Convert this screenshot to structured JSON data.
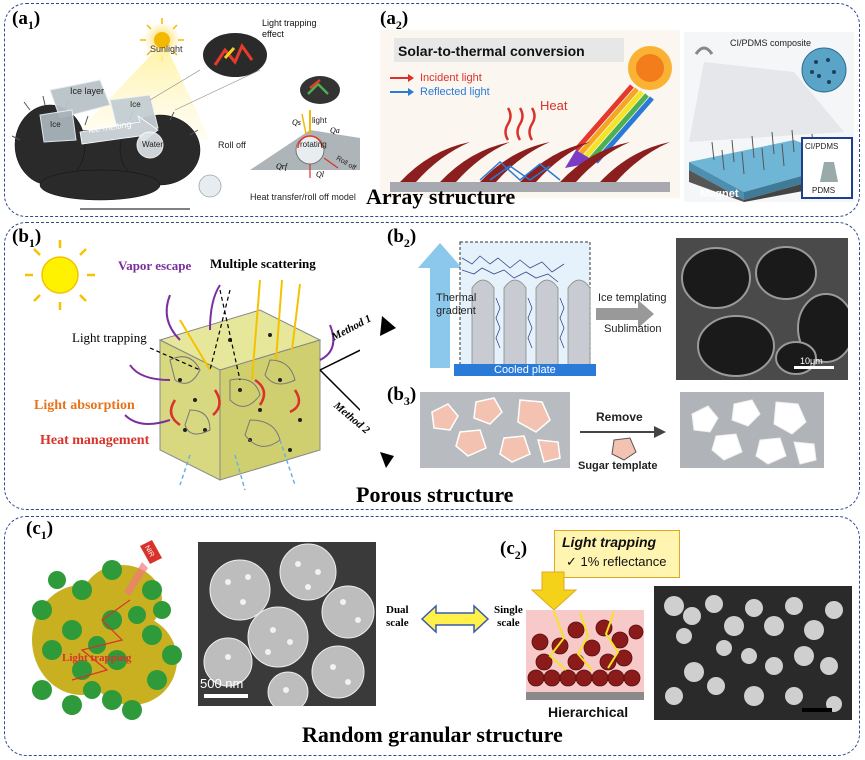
{
  "panel_a": {
    "a1_label": "a",
    "a1_sub": "1",
    "a2_label": "a",
    "a2_sub": "2",
    "sunlight": "Sunlight",
    "ice_layer": "Ice layer",
    "ice1": "Ice",
    "ice2": "Ice",
    "ice_melting": "Ice melting",
    "water": "Water",
    "roll_off": "Roll off",
    "light_trapping_effect": "Light trapping effect",
    "light": "light",
    "rotating": "rotating",
    "q_s": "Qs",
    "q_a": "Qa",
    "q_rf": "Qrf",
    "q_l": "Ql",
    "roll_off2": "Roll off",
    "model_caption": "Heat transfer/roll off model",
    "solar_title": "Solar-to-thermal conversion",
    "incident_light": "Incident light",
    "reflected_light": "Reflected light",
    "heat": "Heat",
    "composite": "CI/PDMS composite",
    "magnet": "Magnet",
    "ci_pdms": "CI/PDMS",
    "pdms": "PDMS",
    "title": "Array structure"
  },
  "panel_b": {
    "b1_label": "b",
    "b1_sub": "1",
    "b2_label": "b",
    "b2_sub": "2",
    "b3_label": "b",
    "b3_sub": "3",
    "vapor_escape": "Vapor escape",
    "multiple_scattering": "Multiple scattering",
    "light_trapping": "Light trapping",
    "light_absorption_1": "Light",
    "light_absorption_2": "absorption",
    "heat_management_1": "Heat",
    "heat_management_2": "management",
    "method1": "Method 1",
    "method2": "Method 2",
    "thermal_gradient_1": "Thermal",
    "thermal_gradient_2": "gradient",
    "cooled_plate": "Cooled plate",
    "ice_templating": "Ice templating",
    "sublimation": "Sublimation",
    "scale_bar": "10μm",
    "remove": "Remove",
    "sugar_template": "Sugar template",
    "title": "Porous structure"
  },
  "panel_c": {
    "c1_label": "c",
    "c1_sub": "1",
    "c2_label": "c",
    "c2_sub": "2",
    "nir": "NIR",
    "light_trapping": "Light trapping",
    "scale_bar": "500 nm",
    "dual_1": "Dual",
    "dual_2": "scale",
    "single_1": "Single",
    "single_2": "scale",
    "lt_title": "Light trapping",
    "reflectance": "✓ 1% reflectance",
    "hierarchical": "Hierarchical",
    "title": "Random granular structure"
  },
  "colors": {
    "border": "#2b4c8c",
    "purple": "#7a2ea0",
    "orange": "#e8731a",
    "red": "#d8322a",
    "yellow": "#f5d21a"
  }
}
